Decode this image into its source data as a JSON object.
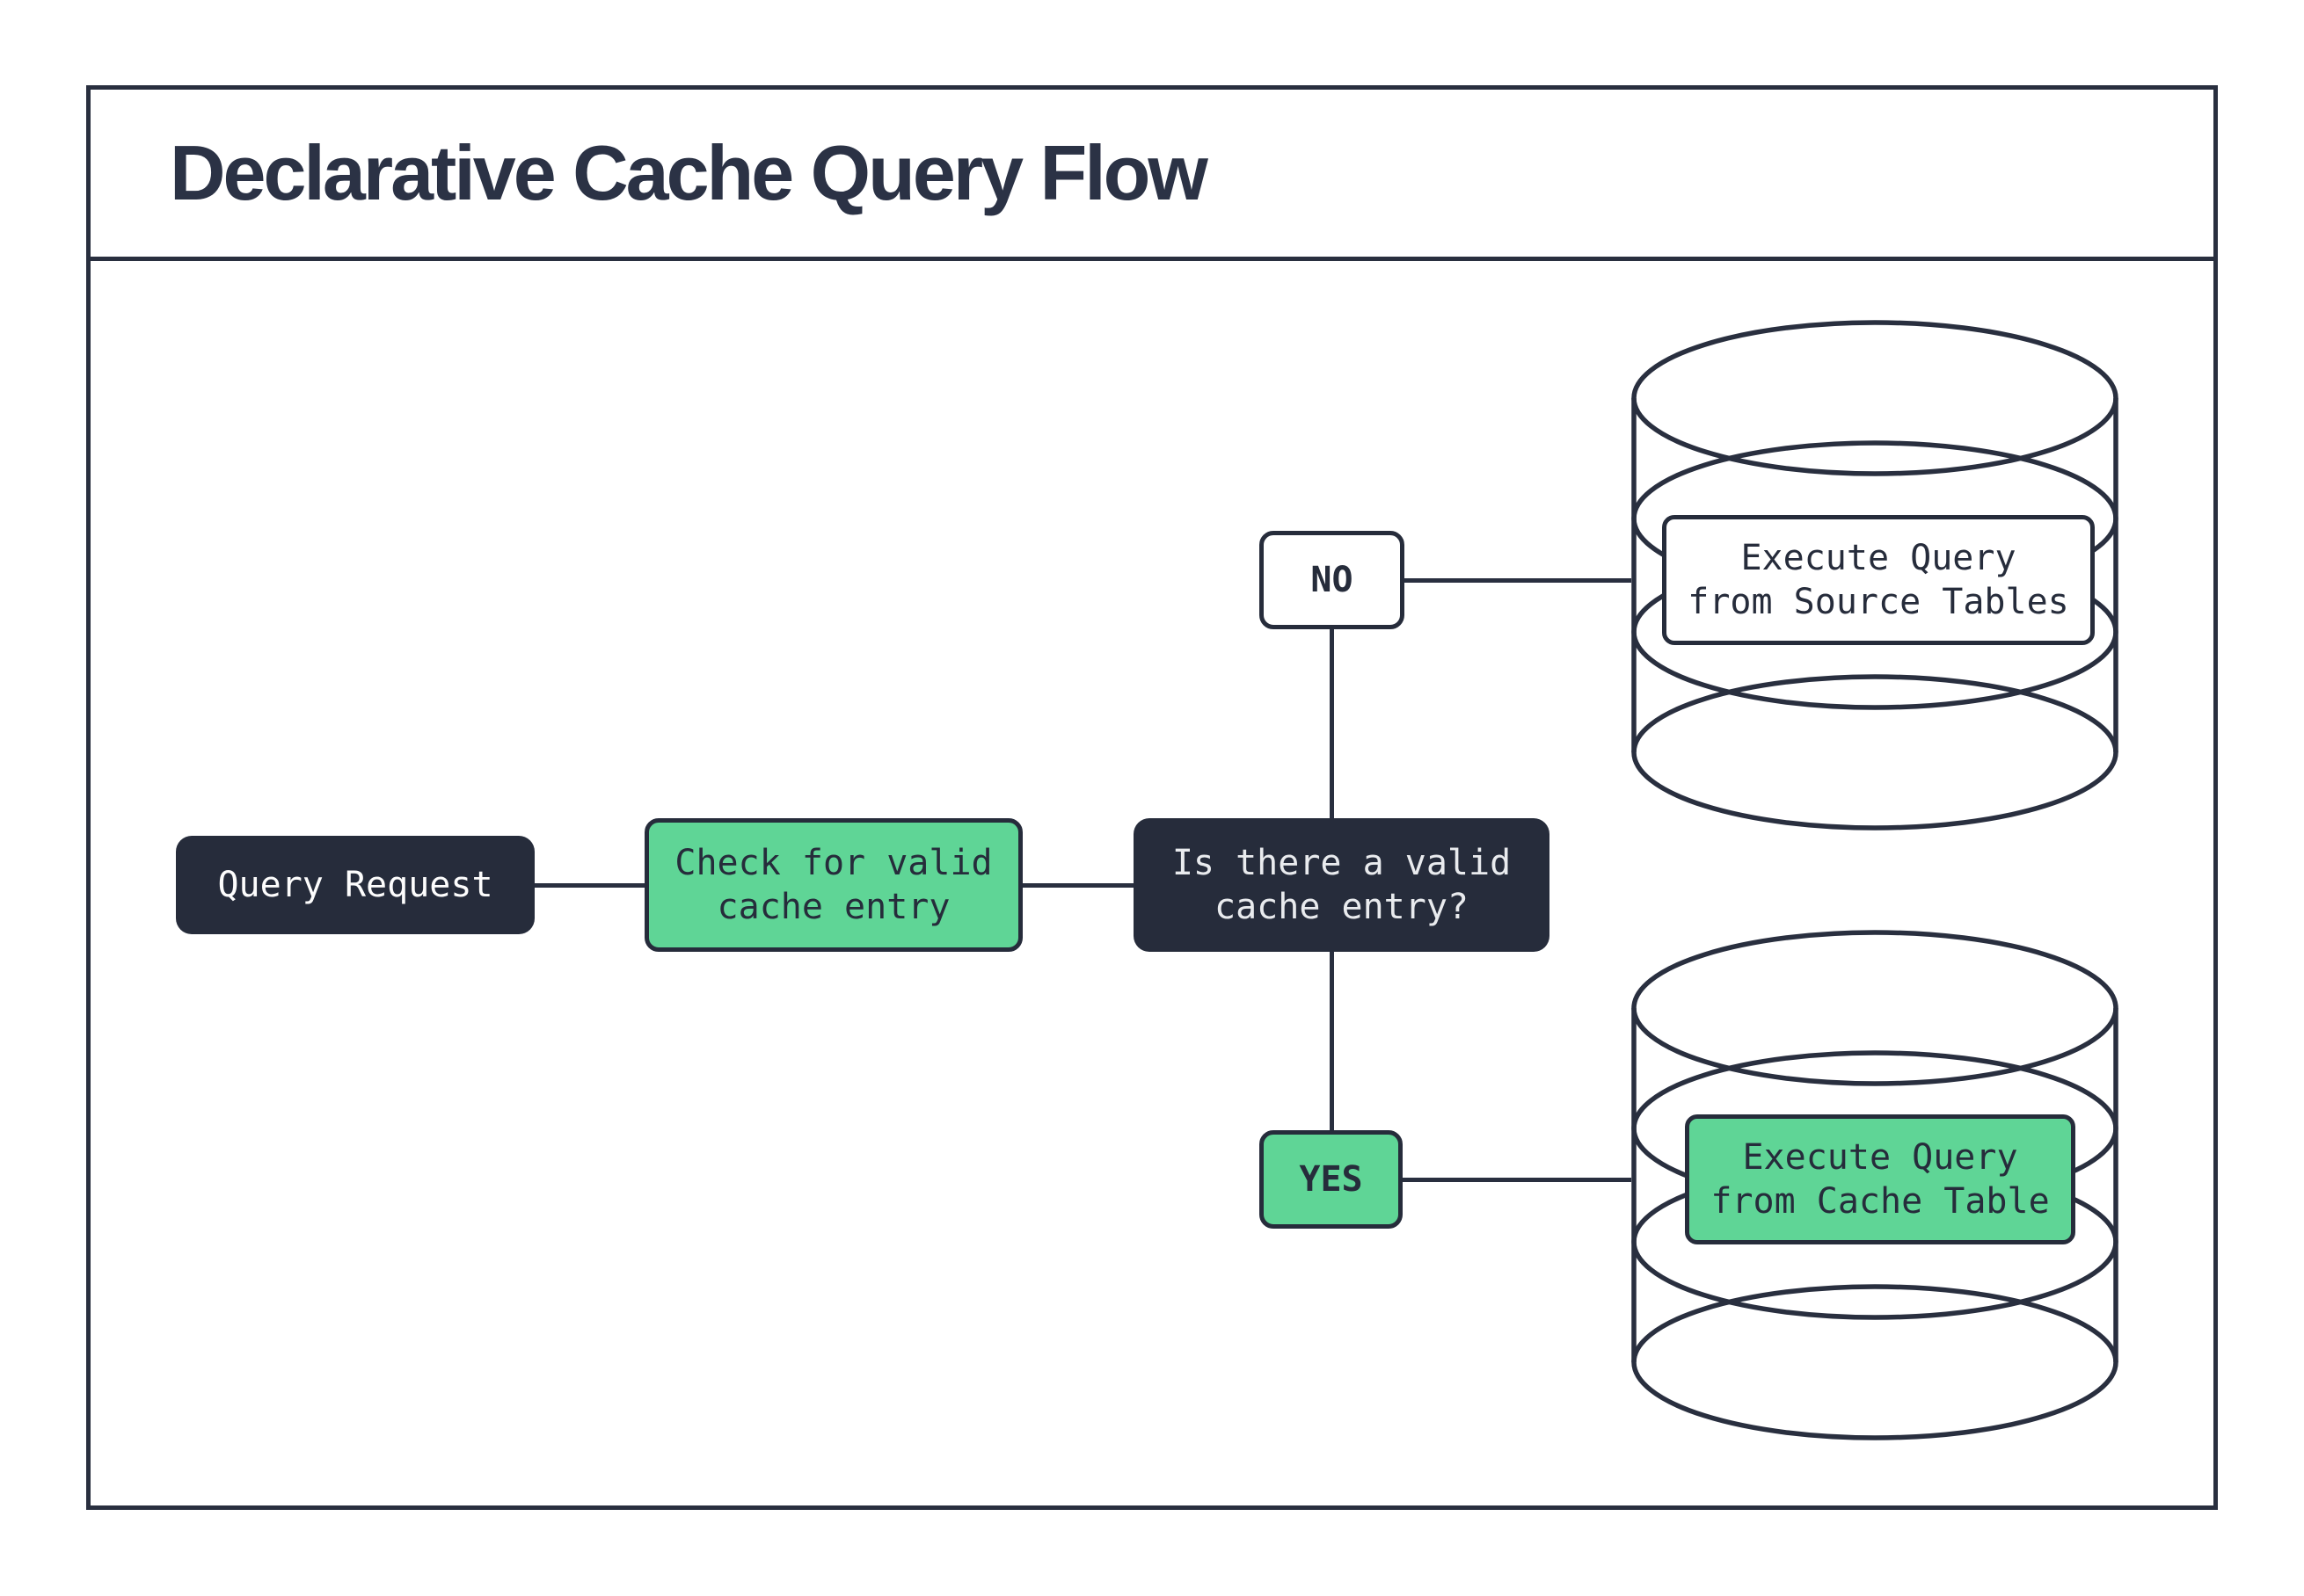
{
  "title": "Declarative Cache Query Flow",
  "palette": {
    "ink": "#292f3f",
    "node_dark": "#262c3b",
    "node_green": "#5fd596",
    "paper": "#ffffff",
    "decision_text": "#e9ebee"
  },
  "nodes": {
    "query_request": {
      "label": "Query Request"
    },
    "check_cache": {
      "label": "Check for valid\ncache entry"
    },
    "decision": {
      "label": "Is there a valid\ncache entry?"
    },
    "branch_no": {
      "label": "NO"
    },
    "branch_yes": {
      "label": "YES"
    },
    "source_db": {
      "label": "Execute Query\nfrom Source Tables"
    },
    "cache_db": {
      "label": "Execute Query\nfrom Cache Table"
    }
  }
}
